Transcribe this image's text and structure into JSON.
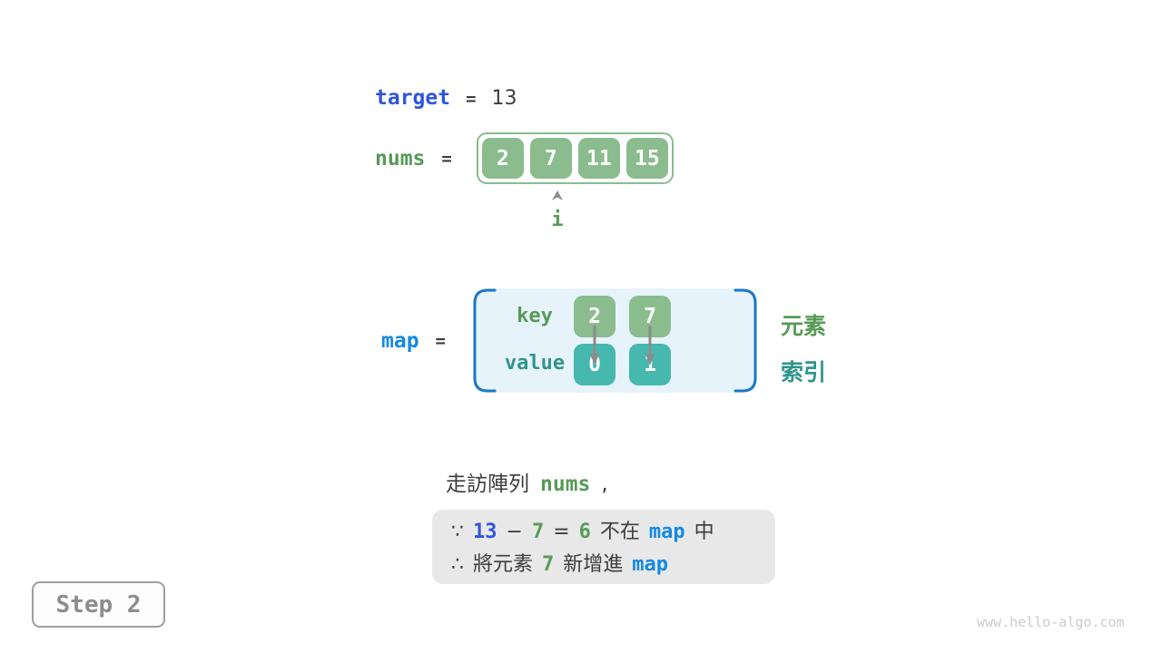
{
  "colors": {
    "royal_blue": "#2e55e0",
    "azure_blue": "#1389e3",
    "green_text": "#579a58",
    "teal_text": "#2f958d",
    "green_fill": "#8abc8e",
    "teal_fill": "#47b8ae",
    "map_bg": "#e7f3fb",
    "bracket_blue": "#1b79c8",
    "note_bg": "#e8e8e8",
    "arrow_gray": "#8c8c8c",
    "dark_text": "#3c3c3c"
  },
  "target": {
    "label": "target",
    "op": "=",
    "value": "13"
  },
  "nums": {
    "label": "nums",
    "op": "=",
    "cells": [
      "2",
      "7",
      "11",
      "15"
    ],
    "pointer": "i"
  },
  "map": {
    "label": "map",
    "op": "=",
    "key_label": "key",
    "value_label": "value",
    "keys": [
      "2",
      "7"
    ],
    "values": [
      "0",
      "1"
    ],
    "legend_top": "元素",
    "legend_bottom": "索引"
  },
  "caption": {
    "text": "走訪陣列",
    "code": "nums",
    "punct": ","
  },
  "note": {
    "line1": {
      "s0": "∵",
      "s1": "13",
      "s2": "−",
      "s3": "7",
      "s4": "=",
      "s5": "6",
      "s6": "不在",
      "s7": "map",
      "s8": "中"
    },
    "line2": {
      "s0": "∴",
      "s1": "將元素",
      "s2": "7",
      "s3": "新增進",
      "s4": "map"
    }
  },
  "step": {
    "label": "Step 2"
  },
  "watermark": "www.hello-algo.com"
}
